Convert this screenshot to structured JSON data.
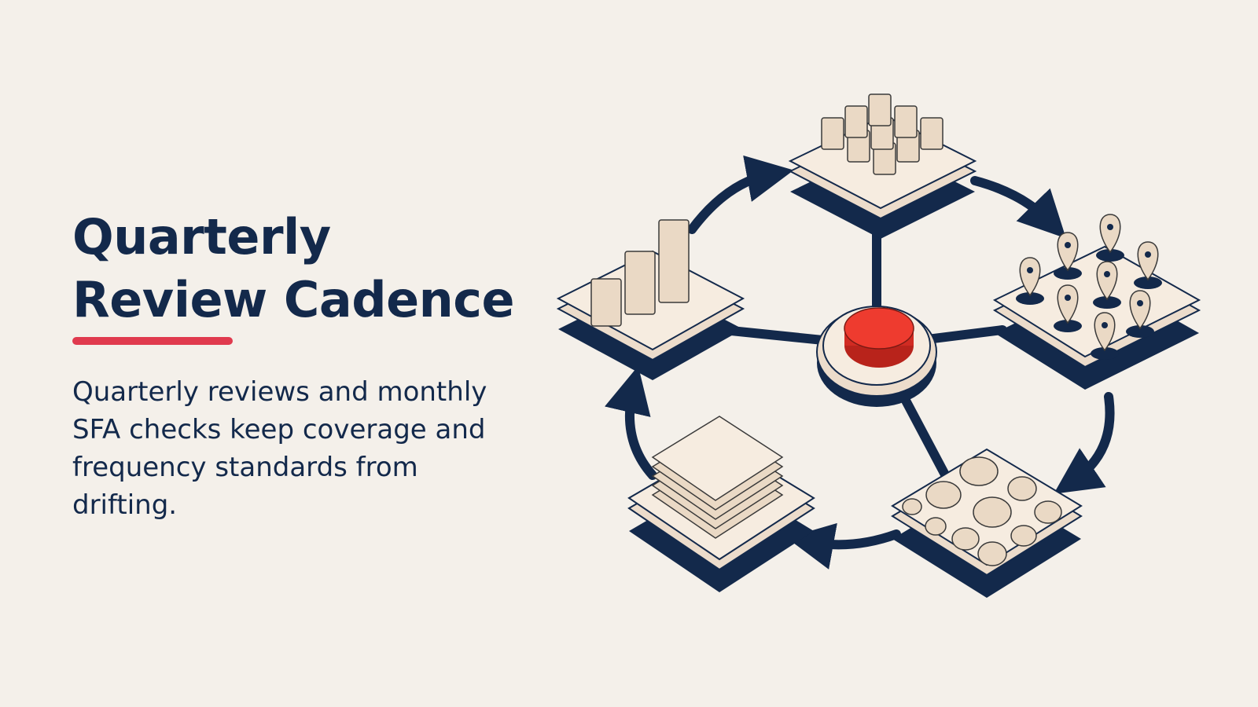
{
  "slide": {
    "title_line1": "Quarterly",
    "title_line2": "Review Cadence",
    "body": "Quarterly reviews and monthly SFA checks keep coverage and frequency standards from drifting."
  },
  "diagram": {
    "hub": "red-button-hub",
    "nodes": [
      {
        "icon": "bar-chart-icon"
      },
      {
        "icon": "block-grid-icon"
      },
      {
        "icon": "map-pins-icon"
      },
      {
        "icon": "circles-icon"
      },
      {
        "icon": "layered-cards-icon"
      }
    ],
    "cycle_direction": "clockwise",
    "colors": {
      "navy": "#13294b",
      "cream": "#ecdccb",
      "cream_light": "#f6ece0",
      "red": "#e8352b",
      "accent": "#e03a4e",
      "background": "#f4f0ea"
    }
  }
}
